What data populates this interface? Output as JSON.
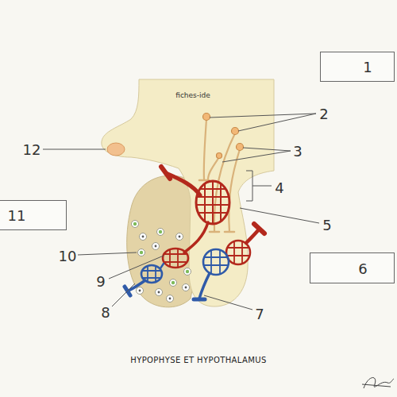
{
  "diagram": {
    "title": "HYPOPHYSE ET HYPOTHALAMUS",
    "nodes": [
      {
        "text": [
          "1"
        ]
      },
      {
        "text": [
          "11"
        ]
      },
      {
        "text": [
          "6"
        ]
      }
    ],
    "labels": [
      "fiches-ide",
      "2",
      "3",
      "4",
      "5",
      "12",
      "10",
      "9",
      "8",
      "7"
    ]
  }
}
